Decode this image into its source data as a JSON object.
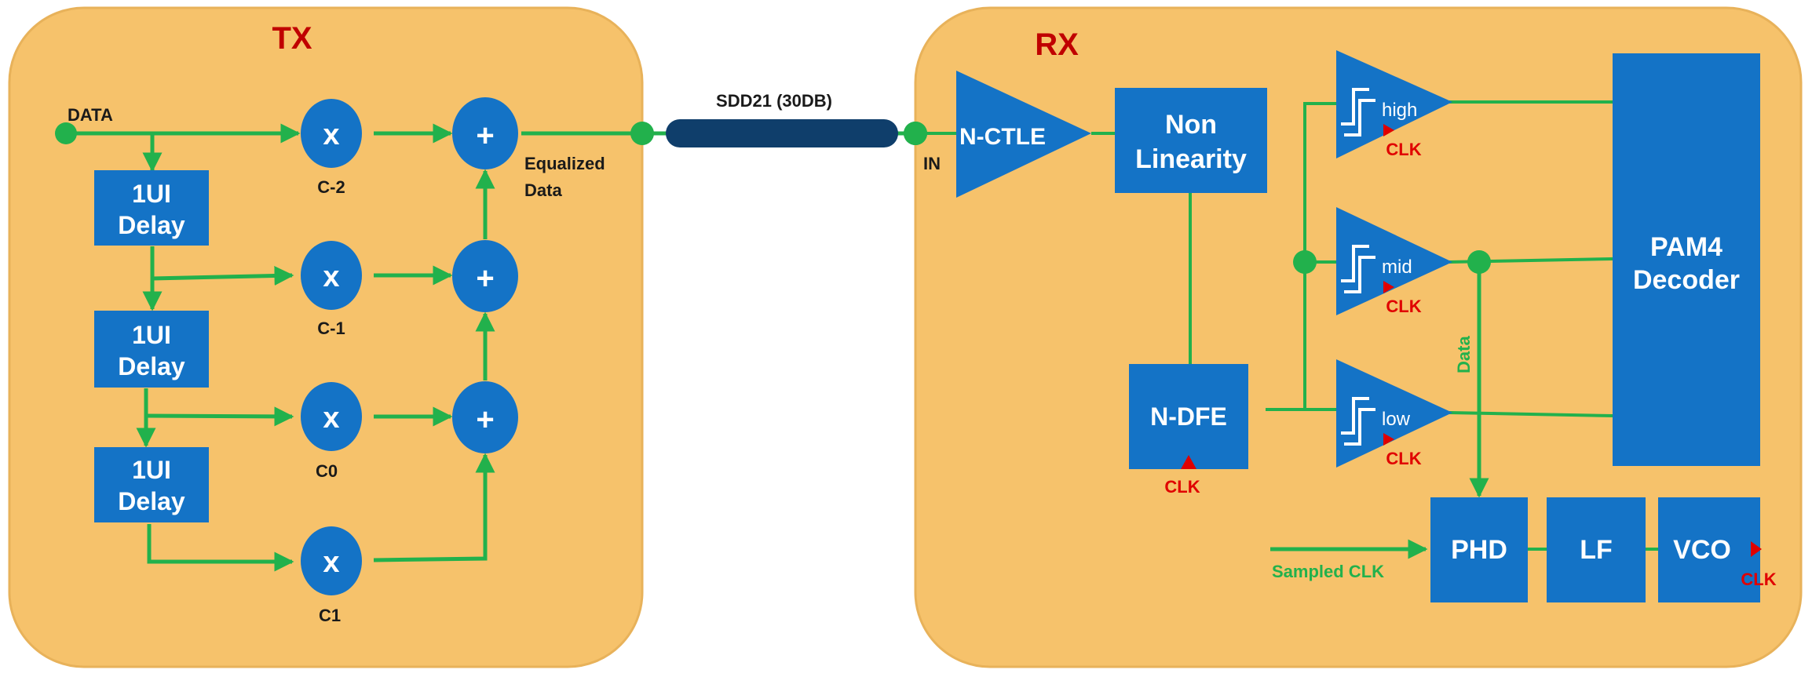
{
  "colors": {
    "panel_fill": "#F6C26B",
    "panel_stroke": "#E8B25A",
    "block": "#1473C6",
    "wire": "#22B14C",
    "title_red": "#C00000",
    "clk_red": "#E00000",
    "channel": "#0F3E6B",
    "label_dark": "#1A1A1A",
    "white": "#FFFFFF"
  },
  "tx": {
    "title": "TX",
    "input_label": "DATA",
    "delay_label_line1": "1UI",
    "delay_label_line2": "Delay",
    "multiplier_symbol": "x",
    "adder_symbol": "+",
    "taps": [
      "C-2",
      "C-1",
      "C0",
      "C1"
    ],
    "output_label_line1": "Equalized",
    "output_label_line2": "Data"
  },
  "channel": {
    "label": "SDD21 (30DB)"
  },
  "rx": {
    "title": "RX",
    "input_label": "IN",
    "ctle_label": "N-CTLE",
    "nonlinearity_line1": "Non",
    "nonlinearity_line2": "Linearity",
    "dfe_label": "N-DFE",
    "comparators": [
      "high",
      "mid",
      "low"
    ],
    "clk_label": "CLK",
    "decoder_line1": "PAM4",
    "decoder_line2": "Decoder",
    "data_label": "Data",
    "phd_label": "PHD",
    "lf_label": "LF",
    "vco_label": "VCO",
    "sampled_clk_label": "Sampled CLK"
  }
}
